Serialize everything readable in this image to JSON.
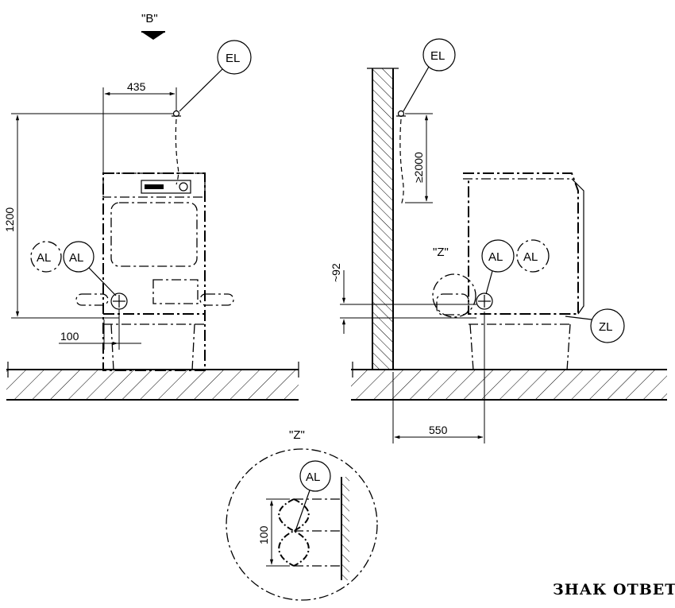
{
  "view_label": "\"B\"",
  "callouts": {
    "el_left": "EL",
    "el_right": "EL",
    "al_left_1": "AL",
    "al_left_2": "AL",
    "al_right_1": "AL",
    "al_right_2": "AL",
    "zl": "ZL",
    "al_detail": "AL"
  },
  "dimensions": {
    "d435": "435",
    "d1200": "1200",
    "d100_left": "100",
    "d2000": "≥2000",
    "d92": "~92",
    "d550": "550",
    "d100_detail": "100"
  },
  "detail_label_top": "\"Z\"",
  "detail_label": "\"Z\"",
  "watermark": "ЗНАК ОТВЕТА"
}
